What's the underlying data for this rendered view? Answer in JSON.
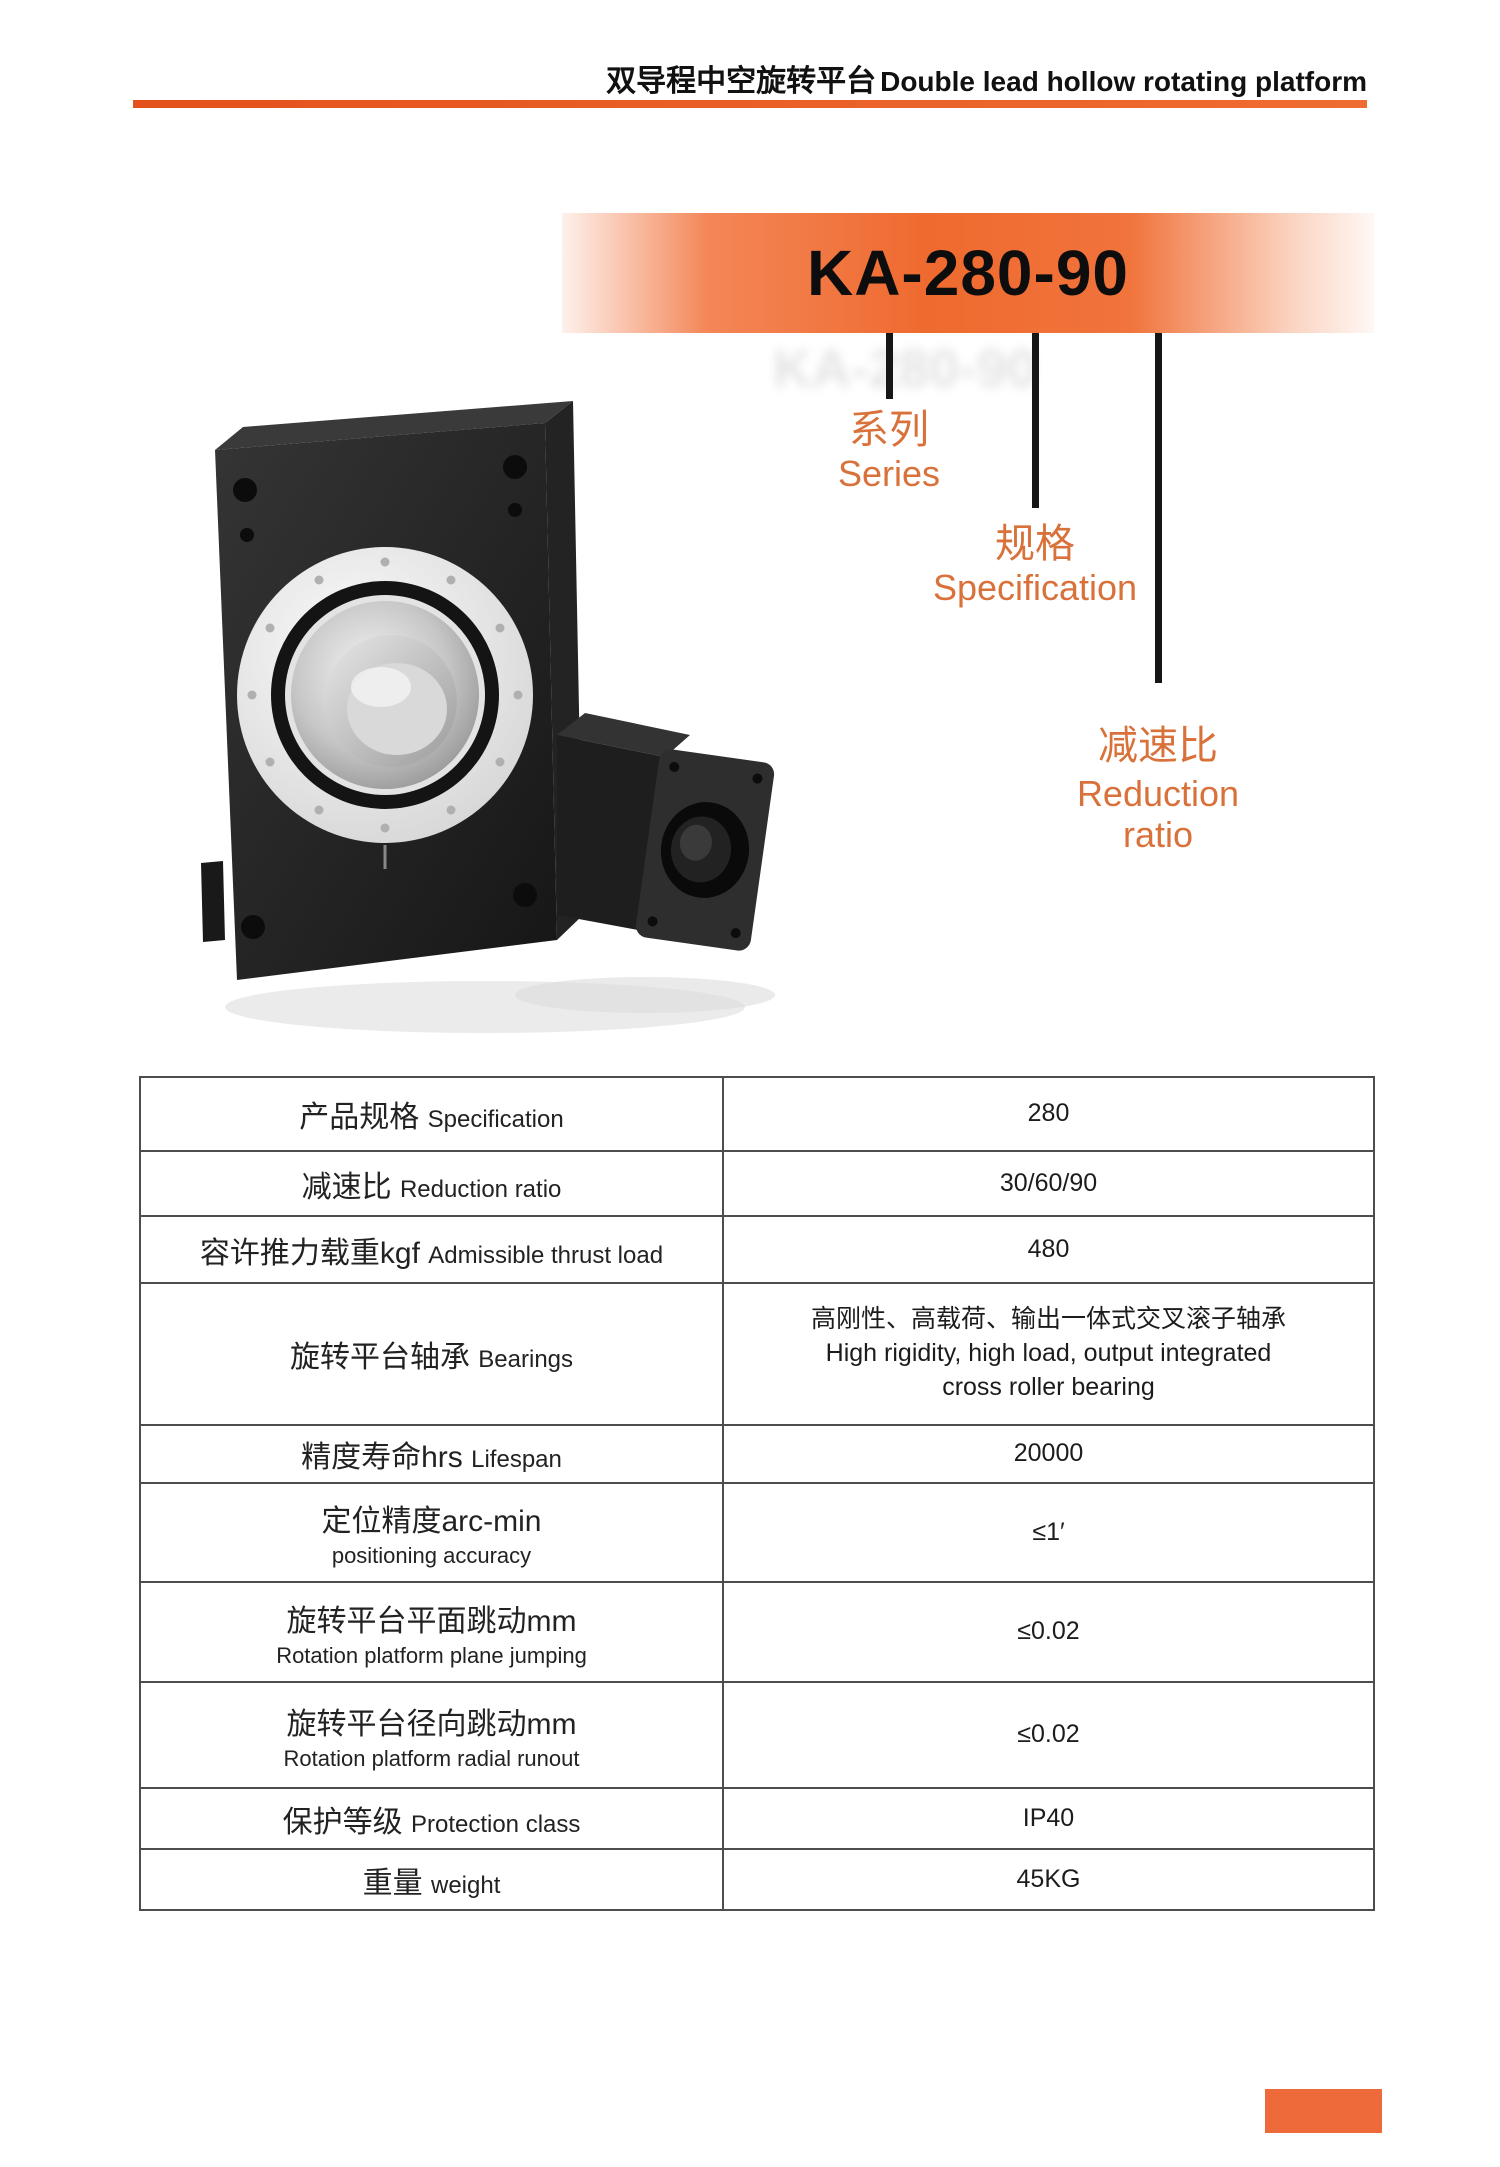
{
  "header": {
    "title_zh": "双导程中空旋转平台",
    "title_en": "Double lead hollow rotating platform"
  },
  "banner": {
    "model": "KA-280-90"
  },
  "callouts": [
    {
      "zh": "系列",
      "en": "Series"
    },
    {
      "zh": "规格",
      "en": "Specification"
    },
    {
      "zh": "减速比",
      "en": "Reduction ratio"
    }
  ],
  "table": {
    "rows": [
      {
        "label_zh": "产品规格",
        "label_en": "Specification",
        "stacked": false,
        "value": [
          "280"
        ]
      },
      {
        "label_zh": "减速比",
        "label_en": "Reduction ratio",
        "stacked": false,
        "value": [
          "30/60/90"
        ]
      },
      {
        "label_zh": "容许推力载重kgf",
        "label_en": "Admissible thrust load",
        "stacked": false,
        "value": [
          "480"
        ]
      },
      {
        "label_zh": "旋转平台轴承",
        "label_en": "Bearings",
        "stacked": false,
        "value": [
          "高刚性、高载荷、输出一体式交叉滚子轴承",
          "High rigidity, high load, output integrated",
          "cross roller bearing"
        ]
      },
      {
        "label_zh": "精度寿命hrs",
        "label_en": "Lifespan",
        "stacked": false,
        "value": [
          "20000"
        ]
      },
      {
        "label_zh": "定位精度arc-min",
        "label_en": "positioning accuracy",
        "stacked": true,
        "value": [
          "≤1′"
        ]
      },
      {
        "label_zh": "旋转平台平面跳动mm",
        "label_en": "Rotation platform plane jumping",
        "stacked": true,
        "value": [
          "≤0.02"
        ]
      },
      {
        "label_zh": "旋转平台径向跳动mm",
        "label_en": "Rotation platform radial runout",
        "stacked": true,
        "value": [
          "≤0.02"
        ]
      },
      {
        "label_zh": "保护等级",
        "label_en": "Protection class",
        "stacked": false,
        "value": [
          "IP40"
        ]
      },
      {
        "label_zh": "重量",
        "label_en": "weight",
        "stacked": false,
        "value": [
          "45KG"
        ]
      }
    ]
  },
  "colors": {
    "accent": "#ef6a2f",
    "rule": "#e4511d",
    "callout_text": "#d9713a",
    "table_border": "#4d4d4d",
    "footer_block": "#ef6a3a"
  }
}
